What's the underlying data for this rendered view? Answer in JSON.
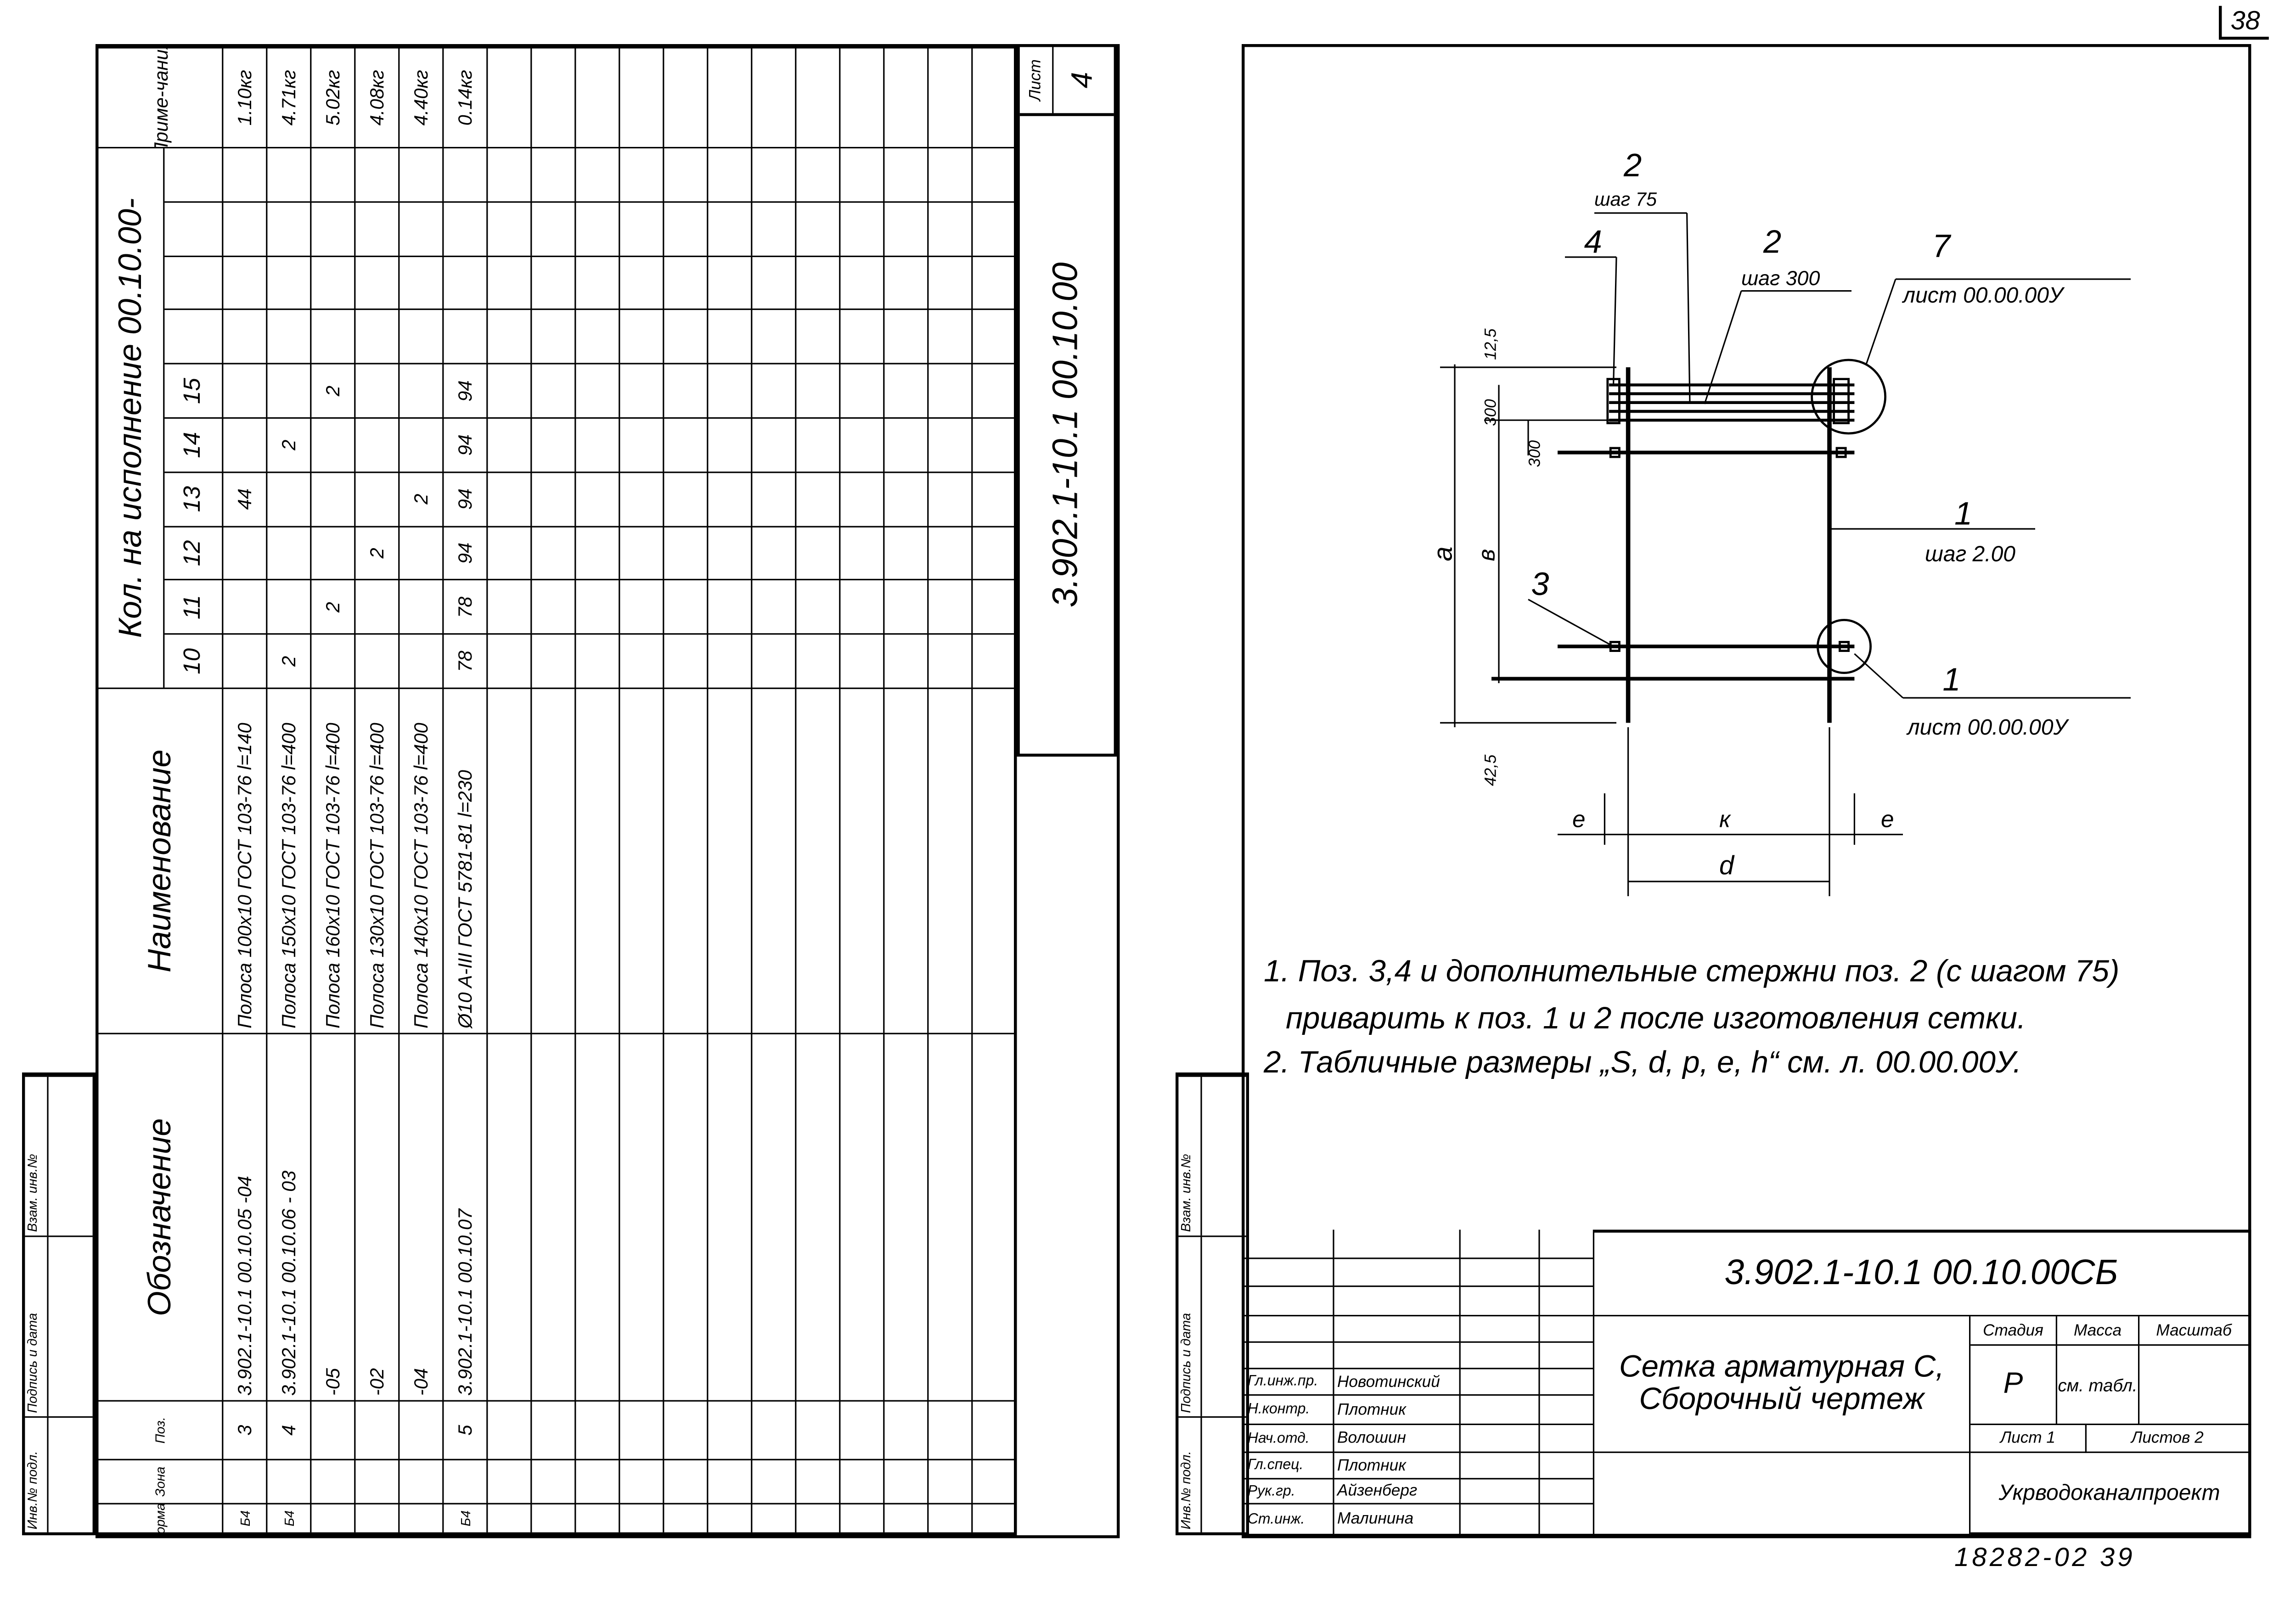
{
  "left_sheet": {
    "headers": {
      "format": "Формат",
      "zone": "Зона",
      "pos": "Поз.",
      "designation": "Обозначение",
      "name": "Наименование",
      "qty": "Кол. на исполнение 00.10.00-",
      "notes": "Приме-чания"
    },
    "qty_columns": [
      "10",
      "11",
      "12",
      "13",
      "14",
      "15",
      "",
      "",
      "",
      ""
    ],
    "rows": [
      {
        "format": "Б4",
        "pos": "3",
        "designation": "3.902.1-10.1  00.10.05 -04",
        "name": "Полоса 100x10 ГОСТ 103-76 l=140",
        "qty": [
          "",
          "",
          "",
          "44",
          "",
          "",
          "",
          "",
          "",
          ""
        ],
        "notes": "1.10кг"
      },
      {
        "format": "Б4",
        "pos": "4",
        "designation": "3.902.1-10.1  00.10.06 - 03",
        "name": "Полоса 150x10 ГОСТ 103-76 l=400",
        "qty": [
          "2",
          "",
          "",
          "",
          "2",
          "",
          "",
          "",
          "",
          ""
        ],
        "notes": "4.71кг"
      },
      {
        "format": "",
        "pos": "",
        "designation": "-05",
        "name": "Полоса 160x10 ГОСТ 103-76 l=400",
        "qty": [
          "",
          "2",
          "",
          "",
          "",
          "2",
          "",
          "",
          "",
          ""
        ],
        "notes": "5.02кг"
      },
      {
        "format": "",
        "pos": "",
        "designation": "-02",
        "name": "Полоса 130x10 ГОСТ 103-76 l=400",
        "qty": [
          "",
          "",
          "2",
          "",
          "",
          "",
          "",
          "",
          "",
          ""
        ],
        "notes": "4.08кг"
      },
      {
        "format": "",
        "pos": "",
        "designation": "-04",
        "name": "Полоса 140x10 ГОСТ 103-76 l=400",
        "qty": [
          "",
          "",
          "",
          "2",
          "",
          "",
          "",
          "",
          "",
          ""
        ],
        "notes": "4.40кг"
      },
      {
        "format": "Б4",
        "pos": "5",
        "designation": "3.902.1-10.1   00.10.07",
        "name": "Ø10 A-III ГОСТ 5781-81 l=230",
        "qty": [
          "78",
          "78",
          "94",
          "94",
          "94",
          "94",
          "",
          "",
          "",
          ""
        ],
        "notes": "0.14кг"
      }
    ],
    "empty_rows": 12,
    "stamp": {
      "code": "3.902.1-10.1  00.10.00",
      "sheet_label": "Лист",
      "sheet_no": "4"
    }
  },
  "margin_strip": {
    "inv_no": "Инв.№ подл.",
    "signature_date": "Подпись и дата",
    "replaced_inv": "Взам. инв.№"
  },
  "page_number": "38",
  "drawing": {
    "pos2_top": "2",
    "pos2_top_step": "шаг 75",
    "pos4": "4",
    "pos2_mid": "2",
    "pos2_mid_step": "шаг 300",
    "pos7": "7",
    "pos7_ref": "лист 00.00.00У",
    "pos1": "1",
    "pos1_step": "шаг 2.00",
    "pos3": "3",
    "pos1b": "1",
    "pos1b_ref": "лист 00.00.00У",
    "dim_a": "a",
    "dim_b": "в",
    "dim_125": "12,5",
    "dim_300a": "300",
    "dim_300b": "300",
    "dim_425": "42,5",
    "dim_e1": "e",
    "dim_k": "к",
    "dim_e2": "e",
    "dim_d": "d"
  },
  "notes": [
    "1. Поз. 3,4 и дополнительные стержни поз. 2 (с шагом 75)",
    "приварить к поз. 1 и 2 после изготовления сетки.",
    "2. Табличные размеры „S, d, p, e, h“ см. л. 00.00.00У."
  ],
  "title_block": {
    "code": "3.902.1-10.1  00.10.00СБ",
    "title_line1": "Сетка арматурная С,",
    "title_line2": "Сборочный чертеж",
    "stage_label": "Стадия",
    "mass_label": "Масса",
    "scale_label": "Масштаб",
    "stage": "Р",
    "mass": "см. табл.",
    "scale": "",
    "sheet": "Лист 1",
    "sheets": "Листов 2",
    "organization": "Укрводоканалпроект",
    "signatories": [
      {
        "role": "Гл.инж.пр.",
        "name": "Новотинский"
      },
      {
        "role": "Н.контр.",
        "name": "Плотник"
      },
      {
        "role": "Нач.отд.",
        "name": "Волошин"
      },
      {
        "role": "Гл.спец.",
        "name": "Плотник"
      },
      {
        "role": "Рук.гр.",
        "name": "Айзенберг"
      },
      {
        "role": "Ст.инж.",
        "name": "Малинина"
      }
    ]
  },
  "archive_number": "18282-02  39"
}
